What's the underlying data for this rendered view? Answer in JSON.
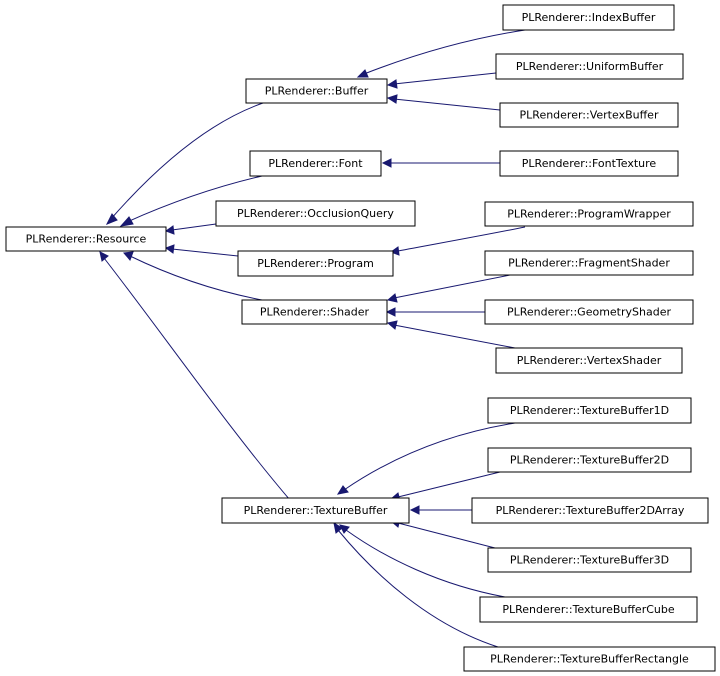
{
  "diagram": {
    "edge_color": "#191970",
    "nodes": {
      "resource": "PLRenderer::Resource",
      "buffer": "PLRenderer::Buffer",
      "font": "PLRenderer::Font",
      "occlusion_query": "PLRenderer::OcclusionQuery",
      "program": "PLRenderer::Program",
      "shader": "PLRenderer::Shader",
      "texture_buffer": "PLRenderer::TextureBuffer",
      "index_buffer": "PLRenderer::IndexBuffer",
      "uniform_buffer": "PLRenderer::UniformBuffer",
      "vertex_buffer": "PLRenderer::VertexBuffer",
      "font_texture": "PLRenderer::FontTexture",
      "program_wrapper": "PLRenderer::ProgramWrapper",
      "fragment_shader": "PLRenderer::FragmentShader",
      "geometry_shader": "PLRenderer::GeometryShader",
      "vertex_shader": "PLRenderer::VertexShader",
      "texture_buffer_1d": "PLRenderer::TextureBuffer1D",
      "texture_buffer_2d": "PLRenderer::TextureBuffer2D",
      "texture_buffer_2d_array": "PLRenderer::TextureBuffer2DArray",
      "texture_buffer_3d": "PLRenderer::TextureBuffer3D",
      "texture_buffer_cube": "PLRenderer::TextureBufferCube",
      "texture_buffer_rectangle": "PLRenderer::TextureBufferRectangle"
    }
  }
}
